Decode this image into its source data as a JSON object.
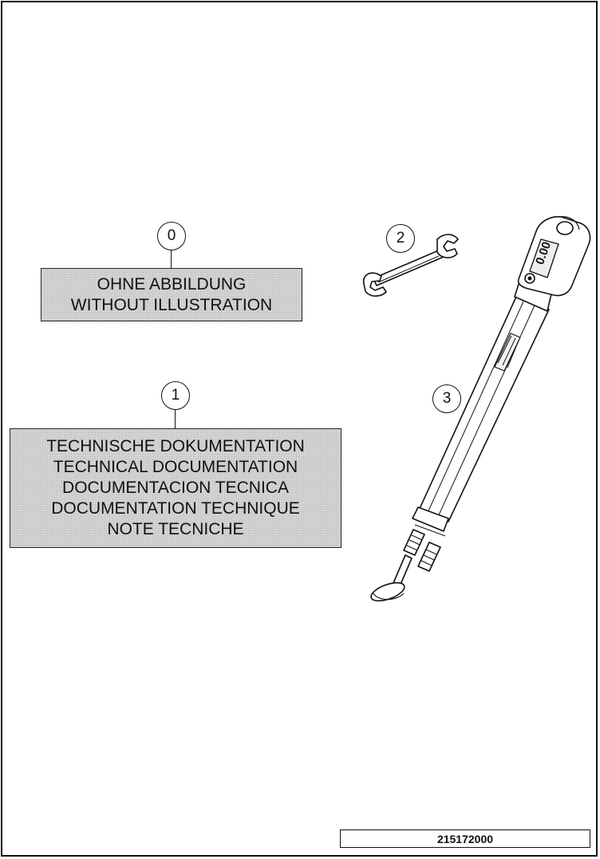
{
  "callouts": {
    "item0": "0",
    "item1": "1",
    "item2": "2",
    "item3": "3"
  },
  "box0": {
    "line1": "OHNE ABBILDUNG",
    "line2": "WITHOUT ILLUSTRATION"
  },
  "box1": {
    "line1": "TECHNISCHE DOKUMENTATION",
    "line2": "TECHNICAL DOCUMENTATION",
    "line3": "DOCUMENTACION TECNICA",
    "line4": "DOCUMENTATION TECHNIQUE",
    "line5": "NOTE TECNICHE"
  },
  "gauge_reading": "0.00",
  "part_number": "215172000"
}
